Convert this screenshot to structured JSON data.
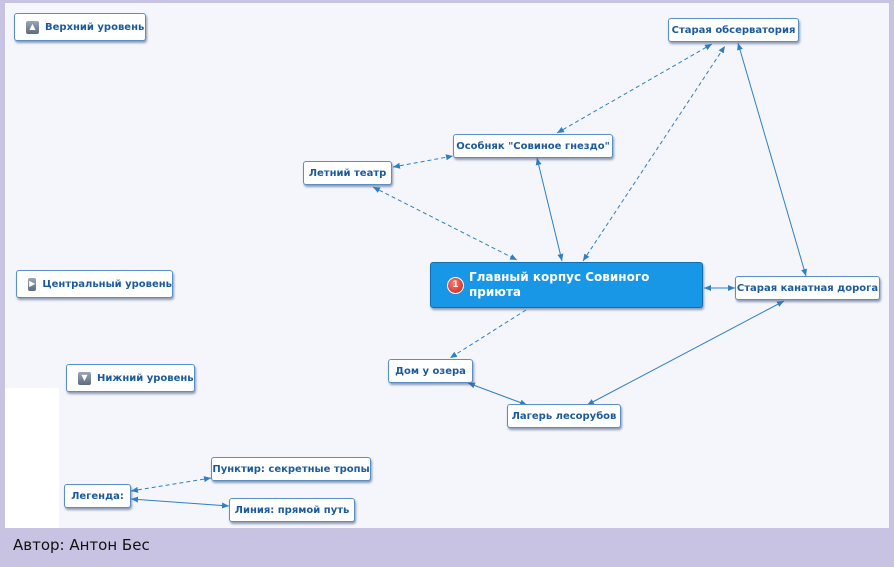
{
  "levels": {
    "top": {
      "label": "Верхний уровень",
      "icon": "arrow-up-icon"
    },
    "center": {
      "label": "Центральный уровень",
      "icon": "arrow-right-icon"
    },
    "bottom": {
      "label": "Нижний уровень",
      "icon": "arrow-down-icon"
    }
  },
  "nodes": {
    "main": {
      "label": "Главный корпус Совиного приюта",
      "badge": "1"
    },
    "observatory": "Старая обсерватория",
    "mansion": "Особняк \"Совиное гнездо\"",
    "theater": "Летний театр",
    "cable_car": "Старая канатная дорога",
    "lake_house": "Дом у озера",
    "lumber_camp": "Лагерь лесорубов"
  },
  "legend": {
    "title": "Легенда:",
    "dashed": "Пунктир: секретные тропы",
    "solid": "Линия: прямой путь"
  },
  "credit": "Автор: Антон Бес",
  "colors": {
    "edge": "#2f7fc4",
    "main_fill": "#1897e6",
    "node_text": "#1b5a9c"
  }
}
